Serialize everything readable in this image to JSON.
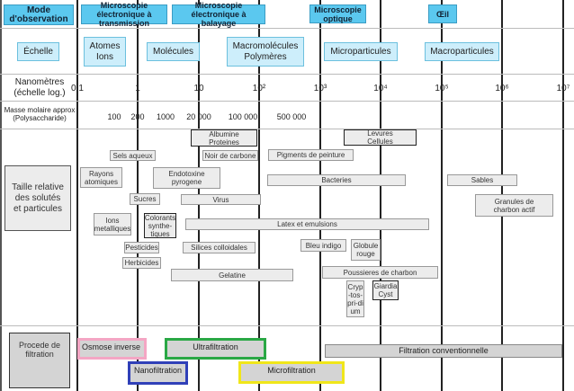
{
  "mode": {
    "label": "Mode d'observation",
    "items": [
      "Microscopie électronique à transmission",
      "Microscopie électronique à balayage",
      "Microscopie optique",
      "Œil"
    ]
  },
  "scale": {
    "label": "Échelle",
    "items": [
      "Atomes Ions",
      "Molécules",
      "Macromolécules Polymères",
      "Microparticules",
      "Macroparticules"
    ]
  },
  "nm": {
    "label": "Nanomètres (échelle log.)",
    "ticks": [
      "0,1",
      "1",
      "10",
      "10²",
      "10³",
      "10⁴",
      "10⁵",
      "10⁶",
      "10⁷"
    ]
  },
  "mass": {
    "label": "Masse molaire approx (Polysaccharide)",
    "values": [
      "100",
      "200",
      "1000",
      "20 000",
      "100 000",
      "500 000"
    ]
  },
  "solutes": {
    "label": "Taille relative des solutés et particules",
    "items": [
      "Albumine Proteines",
      "Sels aqueux",
      "Noir de carbone",
      "Pigments de peinture",
      "Rayons atomiques",
      "Endotoxine pyrogene",
      "Bacteries",
      "Sables",
      "Levures Cellules",
      "Sucres",
      "Virus",
      "Granules de charbon actif",
      "Ions metalliques",
      "Colorants synthe-tiques",
      "Latex et emulsions",
      "Pesticides",
      "Silices colloidales",
      "Bleu indigo",
      "Globule rouge",
      "Herbicides",
      "Gelatine",
      "Poussieres de charbon",
      "Cryp-tos-pri-dium",
      "Giardia Cyst"
    ]
  },
  "process": {
    "label": "Procede de filtration",
    "items": [
      "Osmose inverse",
      "Ultrafiltration",
      "Filtration conventionnelle",
      "Nanofiltration",
      "Microfiltration"
    ]
  },
  "colors": {
    "mode": "#5bc8ef",
    "scale": "#cdeefb",
    "osmose": "#f4a6c4",
    "ultra": "#2aa845",
    "nano": "#3040b8",
    "micro": "#f0e61a"
  }
}
